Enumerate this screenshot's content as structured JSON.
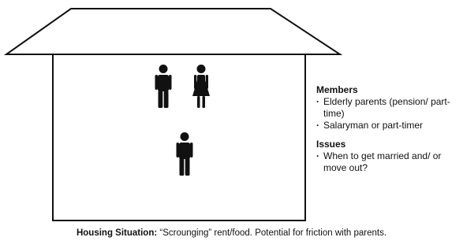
{
  "members": {
    "heading": "Members",
    "items": [
      "Elderly parents (pension/ part-time)",
      "Salaryman or part-timer"
    ]
  },
  "issues": {
    "heading": "Issues",
    "items": [
      "When to get married and/ or move out?"
    ]
  },
  "caption": {
    "label": "Housing Situation:",
    "text": " “Scrounging” rent/food. Potential for friction with parents."
  },
  "icons": [
    "male-figure-icon",
    "female-figure-icon",
    "male-figure-icon"
  ],
  "colors": {
    "line": "#111111",
    "figure": "#111111",
    "background": "#ffffff"
  }
}
